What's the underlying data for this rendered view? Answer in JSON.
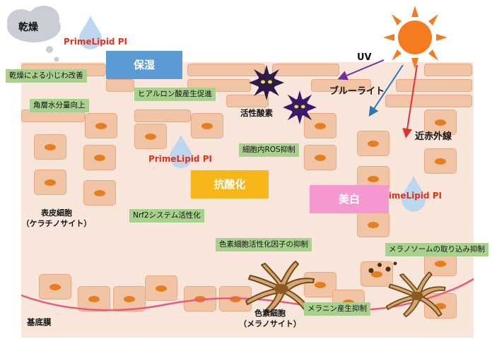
{
  "colors": {
    "green_box": "#a9d18e",
    "blue_box": "#5b9bd5",
    "yellow_box": "#f7b718",
    "pink_box": "#f598d0",
    "brand_red": "#e2311d",
    "cell": "#f2c4a6",
    "nucleus": "#e67e1f",
    "membrane": "#e75a78",
    "sun": "#f47b20",
    "uv_arrow": "#7030a0",
    "blue_light_arrow": "#2e75b6",
    "near_ir_arrow": "#e03030"
  },
  "icons": [
    "cloud-icon",
    "sun-icon",
    "water-drop-icon",
    "virus-icon",
    "melanocyte-icon"
  ],
  "cloud": {
    "label": "乾燥"
  },
  "brand": "PrimeLipid PI",
  "categories": {
    "moisture": "保湿",
    "antioxidant": "抗酸化",
    "whitening": "美白"
  },
  "effects": {
    "dryness_wrinkles": "乾燥による小じわ改善",
    "hyaluronic": "ヒアルロン酸産生促進",
    "stratum_water": "角層水分量向上",
    "ros": "細胞内ROS抑制",
    "nrf2": "Nrf2システム活性化",
    "pigment_factor": "色素細胞活性化因子の抑制",
    "melanosome": "メラノソームの取り込み抑制",
    "melanin": "メラニン産生抑制"
  },
  "labels": {
    "uv": "UV",
    "blue_light": "ブルーライト",
    "near_ir": "近赤外線",
    "active_oxygen": "活性酸素",
    "keratinocyte": [
      "表皮細胞",
      "（ケラチノサイト）"
    ],
    "melanocyte": [
      "色素細胞",
      "（メラノサイト）"
    ],
    "basement": "基底膜"
  }
}
